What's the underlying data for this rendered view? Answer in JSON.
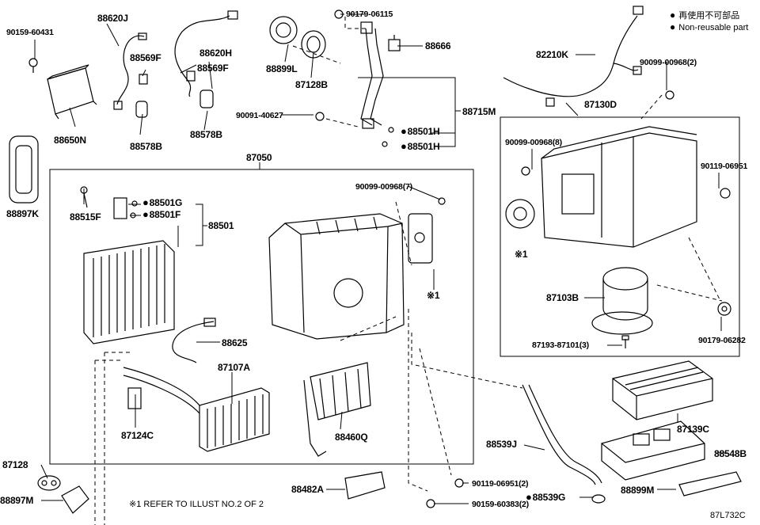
{
  "legend": {
    "mark": "●",
    "japanese": "再使用不可部品",
    "english": "Non-reusable part"
  },
  "note": "※1 REFER TO ILLUST NO.2 OF 2",
  "illustration_code": "87L732C",
  "labels": {
    "p90159_60431": "90159-60431",
    "p88620J": "88620J",
    "p88569F_a": "88569F",
    "p88620H": "88620H",
    "p88569F_b": "88569F",
    "p88899L": "88899L",
    "p87128B": "87128B",
    "p90179_06115": "90179-06115",
    "p88666": "88666",
    "p82210K": "82210K",
    "p90099_00968_2": "90099-00968(2)",
    "p88650N": "88650N",
    "p88578B_a": "88578B",
    "p88578B_b": "88578B",
    "p90091_40627": "90091-40627",
    "p88715M": "88715M",
    "p88501H_a": "88501H",
    "p88501H_b": "88501H",
    "p87130D": "87130D",
    "p90099_00968_8": "90099-00968(8)",
    "p90119_06951_a": "90119-06951",
    "p87050": "87050",
    "p90099_00968_7": "90099-00968(7)",
    "p88897K": "88897K",
    "p88501G": "88501G",
    "p88515F": "88515F",
    "p88501F": "88501F",
    "p88501": "88501",
    "star1_a": "※1",
    "star1_b": "※1",
    "p87103B": "87103B",
    "p90179_06282": "90179-06282",
    "p87193_87101_3": "87193-87101(3)",
    "p88625": "88625",
    "p87107A": "87107A",
    "p87124C": "87124C",
    "p88460Q": "88460Q",
    "p87139C": "87139C",
    "p88539J": "88539J",
    "p88548B": "88548B",
    "p87128": "87128",
    "p88897M": "88897M",
    "p88482A": "88482A",
    "p90119_06951_2": "90119-06951(2)",
    "p88539G": "88539G",
    "p90159_60383_2": "90159-60383(2)",
    "p88899M": "88899M"
  }
}
